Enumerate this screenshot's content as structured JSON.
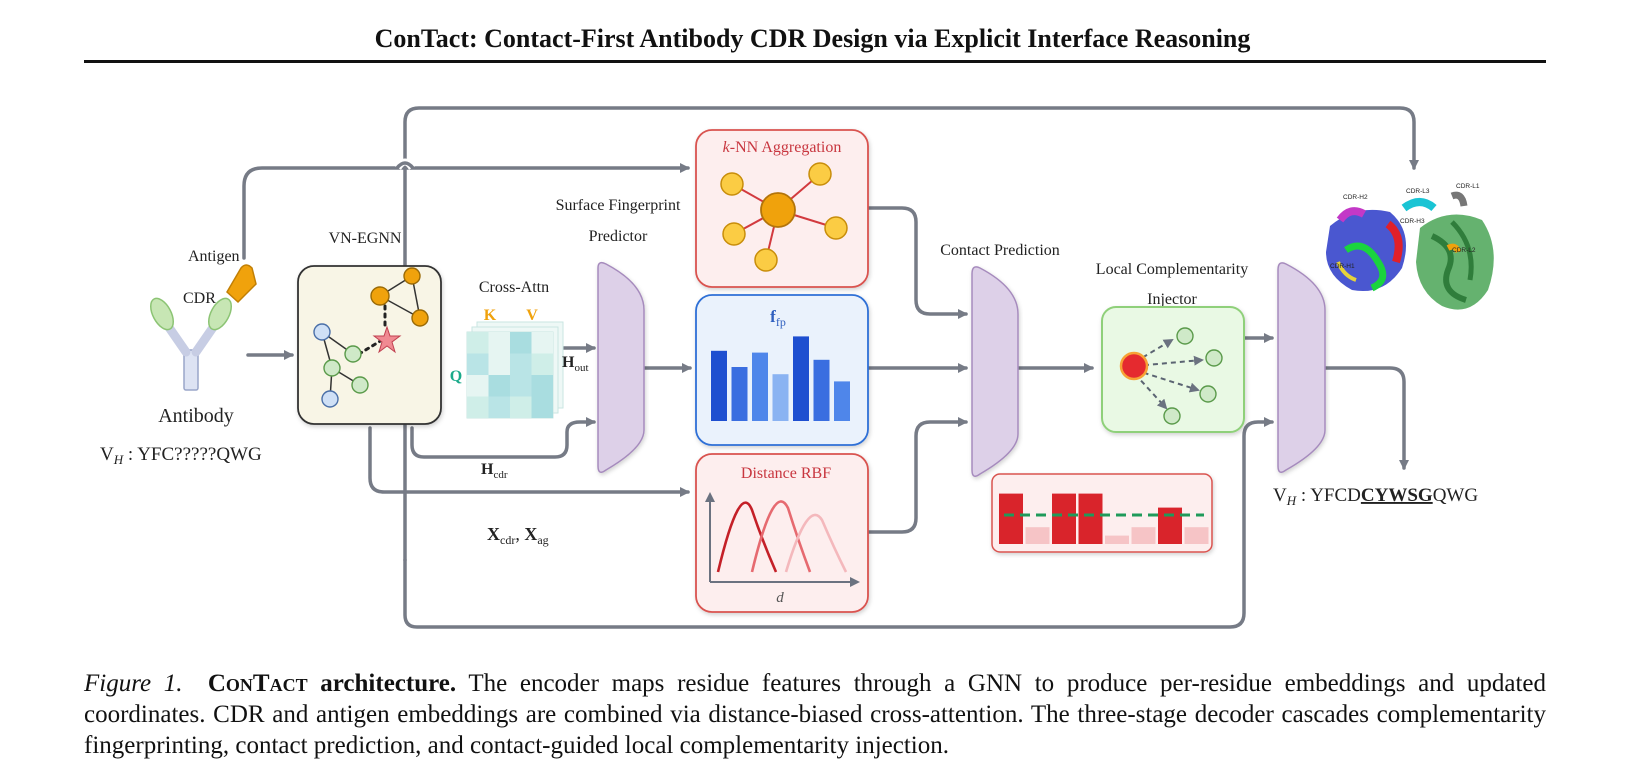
{
  "header": {
    "title": "ConTact: Contact-First Antibody CDR Design via Explicit Interface Reasoning"
  },
  "figure": {
    "antigen_label": "Antigen",
    "cdr_label": "CDR",
    "antibody_label": "Antibody",
    "input_seq_prefix": "V",
    "input_seq_sub": "H",
    "input_seq_rest": " : YFC?????QWG",
    "encoder_label": "VN-EGNN",
    "cross_attn_label": "Cross-Attn",
    "q_label": "Q",
    "k_label": "K",
    "v_label": "V",
    "h_out_main": "H",
    "h_out_sub": "out",
    "h_cdr_main": "H",
    "h_cdr_sub": "cdr",
    "x_main_1": "X",
    "x_sub_1": "cdr",
    "x_sep": ", ",
    "x_main_2": "X",
    "x_sub_2": "ag",
    "sfp_line1": "Surface Fingerprint",
    "sfp_line2": "Predictor",
    "knn_italic": "k",
    "knn_rest": "-NN Aggregation",
    "ffp_main": "f",
    "ffp_sub": "fp",
    "rbf_label": "Distance RBF",
    "rbf_axis": "d",
    "contact_label": "Contact Prediction",
    "lci_line1": "Local Complementarity",
    "lci_line2": "Injector",
    "struct_labels": [
      "CDR-H2",
      "CDR-L3",
      "CDR-L1",
      "CDR-H3",
      "CDR-H1",
      "CDR-L2"
    ],
    "output_seq_prefix": "V",
    "output_seq_sub": "H",
    "output_seq_before": " : YFCD",
    "output_seq_bold": "CYWSG",
    "output_seq_after": "QWG",
    "colors": {
      "arrow": "#767b86",
      "knn_fill": "#fdeeee",
      "knn_stroke": "#d9534f",
      "ffp_fill": "#eaf2fc",
      "ffp_stroke": "#2f6fd6",
      "lci_fill": "#e9f9e4",
      "lci_stroke": "#8fd07a",
      "trapezoid": "#ddd0e8",
      "encoder_fill": "#f8f5e6",
      "node_orange": "#f0a20c",
      "contact_red": "#d9242b"
    },
    "ffp_bars": [
      0.78,
      0.6,
      0.76,
      0.52,
      0.94,
      0.68,
      0.44
    ],
    "contact_bars": [
      0.9,
      0.3,
      0.9,
      0.9,
      0.15,
      0.3,
      0.65,
      0.3
    ]
  },
  "caption": {
    "fig_num": "Figure 1.",
    "name": "ConTact",
    "heading_rest": " architecture.",
    "body": " The encoder maps residue features through a GNN to produce per-residue embeddings and updated coordinates. CDR and antigen embeddings are combined via distance-biased cross-attention. The three-stage decoder cascades complementarity fingerprinting, contact prediction, and contact-guided local complementarity injection."
  }
}
